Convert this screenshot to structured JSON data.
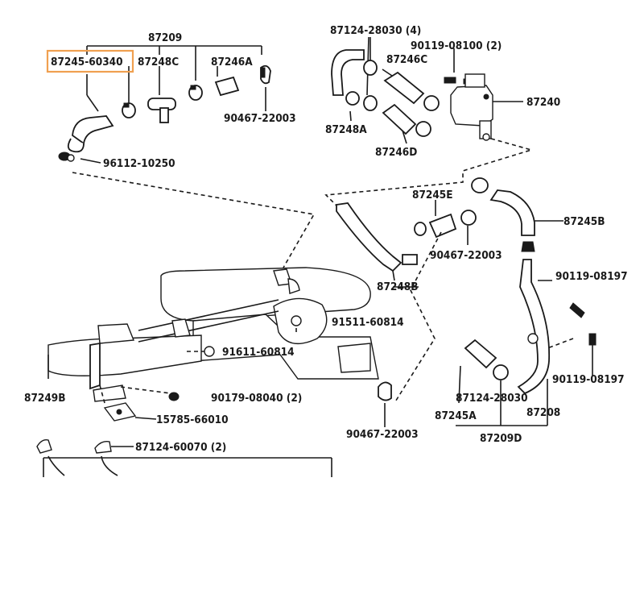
{
  "highlight": {
    "part": "87245-60340",
    "color": "#f0a050"
  },
  "labels": {
    "p87209": "87209",
    "p87245_60340": "87245-60340",
    "p87248C": "87248C",
    "p87246A": "87246A",
    "p90467_22003_a": "90467-22003",
    "p96112_10250": "96112-10250",
    "p87124_28030_4": "87124-28030 (4)",
    "p90119_08100_2": "90119-08100 (2)",
    "p87246C": "87246C",
    "p87240": "87240",
    "p87248A": "87248A",
    "p87246D": "87246D",
    "p87245E": "87245E",
    "p87245B": "87245B",
    "p90467_22003_b": "90467-22003",
    "p87248B": "87248B",
    "p90119_08197_a": "90119-08197",
    "p91511_60814": "91511-60814",
    "p91611_60814": "91611-60814",
    "p87249B": "87249B",
    "p90179_08040_2": "90179-08040 (2)",
    "p15785_66010": "15785-66010",
    "p90119_08197_b": "90119-08197",
    "p87124_28030": "87124-28030",
    "p87208": "87208",
    "p87245A": "87245A",
    "p90467_22003_c": "90467-22003",
    "p87209D": "87209D",
    "p87124_60070_2": "87124-60070 (2)"
  }
}
